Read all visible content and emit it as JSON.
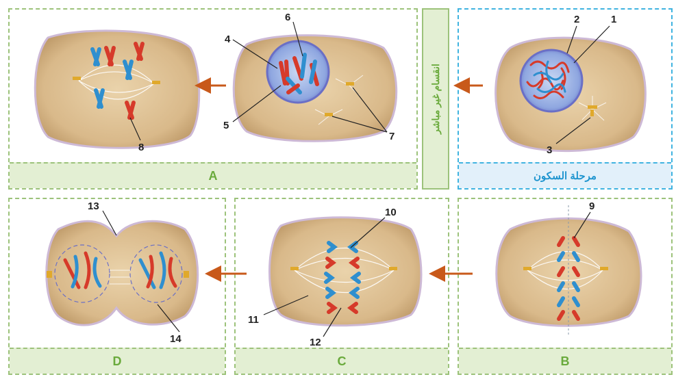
{
  "panel_labels": {
    "A": "A",
    "B": "B",
    "C": "C",
    "D": "D"
  },
  "rest_stage_label": "مرحلة السكون",
  "vertical_label": "انقسام غير مباشر",
  "numbers": [
    "1",
    "2",
    "3",
    "4",
    "5",
    "6",
    "7",
    "8",
    "9",
    "10",
    "11",
    "12",
    "13",
    "14"
  ],
  "colors": {
    "panel_border": "#9cc27a",
    "label_bar": "#e3efd3",
    "rest_border": "#3fb3e0",
    "arrow": "#c8591a",
    "cell": "#d9b98a",
    "chromosome_red": "#d63a2a",
    "chromosome_blue": "#2f8fcf",
    "nucleus": "#7b89d6"
  }
}
